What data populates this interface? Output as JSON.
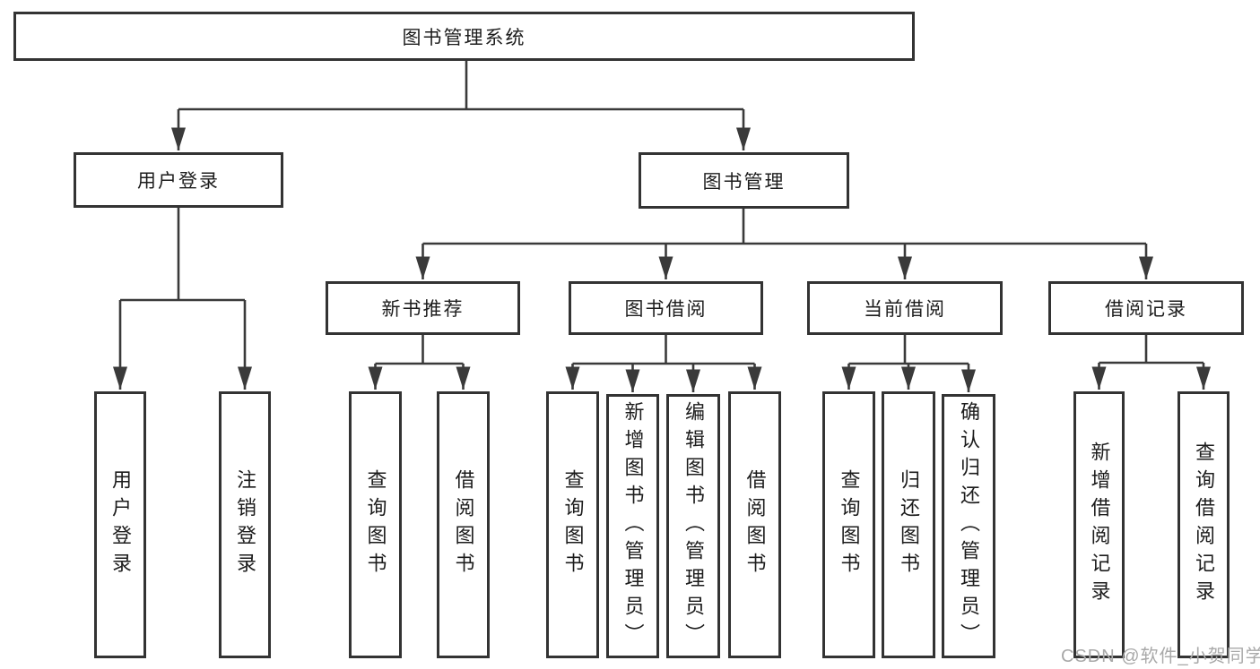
{
  "colors": {
    "line": "#3a3a3a",
    "box_border": "#333333",
    "text": "#1c1c1c",
    "watermark": "#a9a9a9"
  },
  "tree": {
    "root": "图书管理系统",
    "branches": [
      {
        "label": "用户登录",
        "children": [
          "用户登录",
          "注销登录"
        ]
      },
      {
        "label": "图书管理",
        "children": [
          {
            "label": "新书推荐",
            "children": [
              "查询图书",
              "借阅图书"
            ]
          },
          {
            "label": "图书借阅",
            "children": [
              "查询图书",
              "新增图书（管理员）",
              "编辑图书（管理员）",
              "借阅图书"
            ]
          },
          {
            "label": "当前借阅",
            "children": [
              "查询图书",
              "归还图书",
              "确认归还（管理员）"
            ]
          },
          {
            "label": "借阅记录",
            "children": [
              "新增借阅记录",
              "查询借阅记录"
            ]
          }
        ]
      }
    ]
  },
  "watermark": "CSDN @软件_小贺同学"
}
